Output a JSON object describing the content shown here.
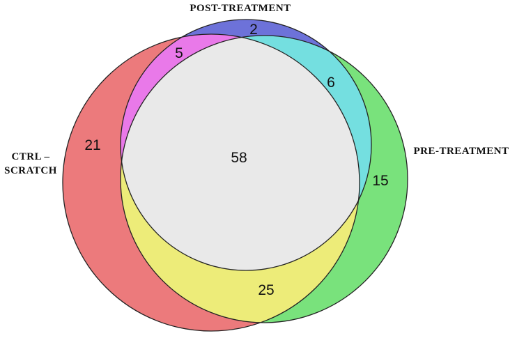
{
  "venn": {
    "labels": {
      "top": "POST-TREATMENT",
      "left_line1": "CTRL –",
      "left_line2": "SCRATCH",
      "right": "PRE-TREATMENT"
    },
    "counts": {
      "post_only": "2",
      "ctrl_post": "5",
      "post_pre": "6",
      "ctrl_only": "21",
      "all_three": "58",
      "pre_only": "15",
      "ctrl_pre": "25"
    }
  },
  "chart_data": {
    "type": "venn",
    "title": "",
    "sets": [
      "CTRL-SCRATCH",
      "POST-TREATMENT",
      "PRE-TREATMENT"
    ],
    "regions": [
      {
        "sets": [
          "CTRL-SCRATCH"
        ],
        "value": 21
      },
      {
        "sets": [
          "POST-TREATMENT"
        ],
        "value": 2
      },
      {
        "sets": [
          "PRE-TREATMENT"
        ],
        "value": 15
      },
      {
        "sets": [
          "CTRL-SCRATCH",
          "POST-TREATMENT"
        ],
        "value": 5
      },
      {
        "sets": [
          "POST-TREATMENT",
          "PRE-TREATMENT"
        ],
        "value": 6
      },
      {
        "sets": [
          "CTRL-SCRATCH",
          "PRE-TREATMENT"
        ],
        "value": 25
      },
      {
        "sets": [
          "CTRL-SCRATCH",
          "POST-TREATMENT",
          "PRE-TREATMENT"
        ],
        "value": 58
      }
    ],
    "colors": {
      "ctrl_only": "#ec7a7c",
      "pre_only": "#79e27c",
      "post_only": "#6d72d9",
      "ctrl_post_overlap": "#e979e9",
      "post_pre_overlap": "#74dfe0",
      "ctrl_pre_overlap": "#edec79",
      "triple_overlap": "#e9e9e9",
      "outline": "#222222"
    },
    "background": "#ffffff",
    "legend_position": "labels-around-circles",
    "grid": false
  }
}
